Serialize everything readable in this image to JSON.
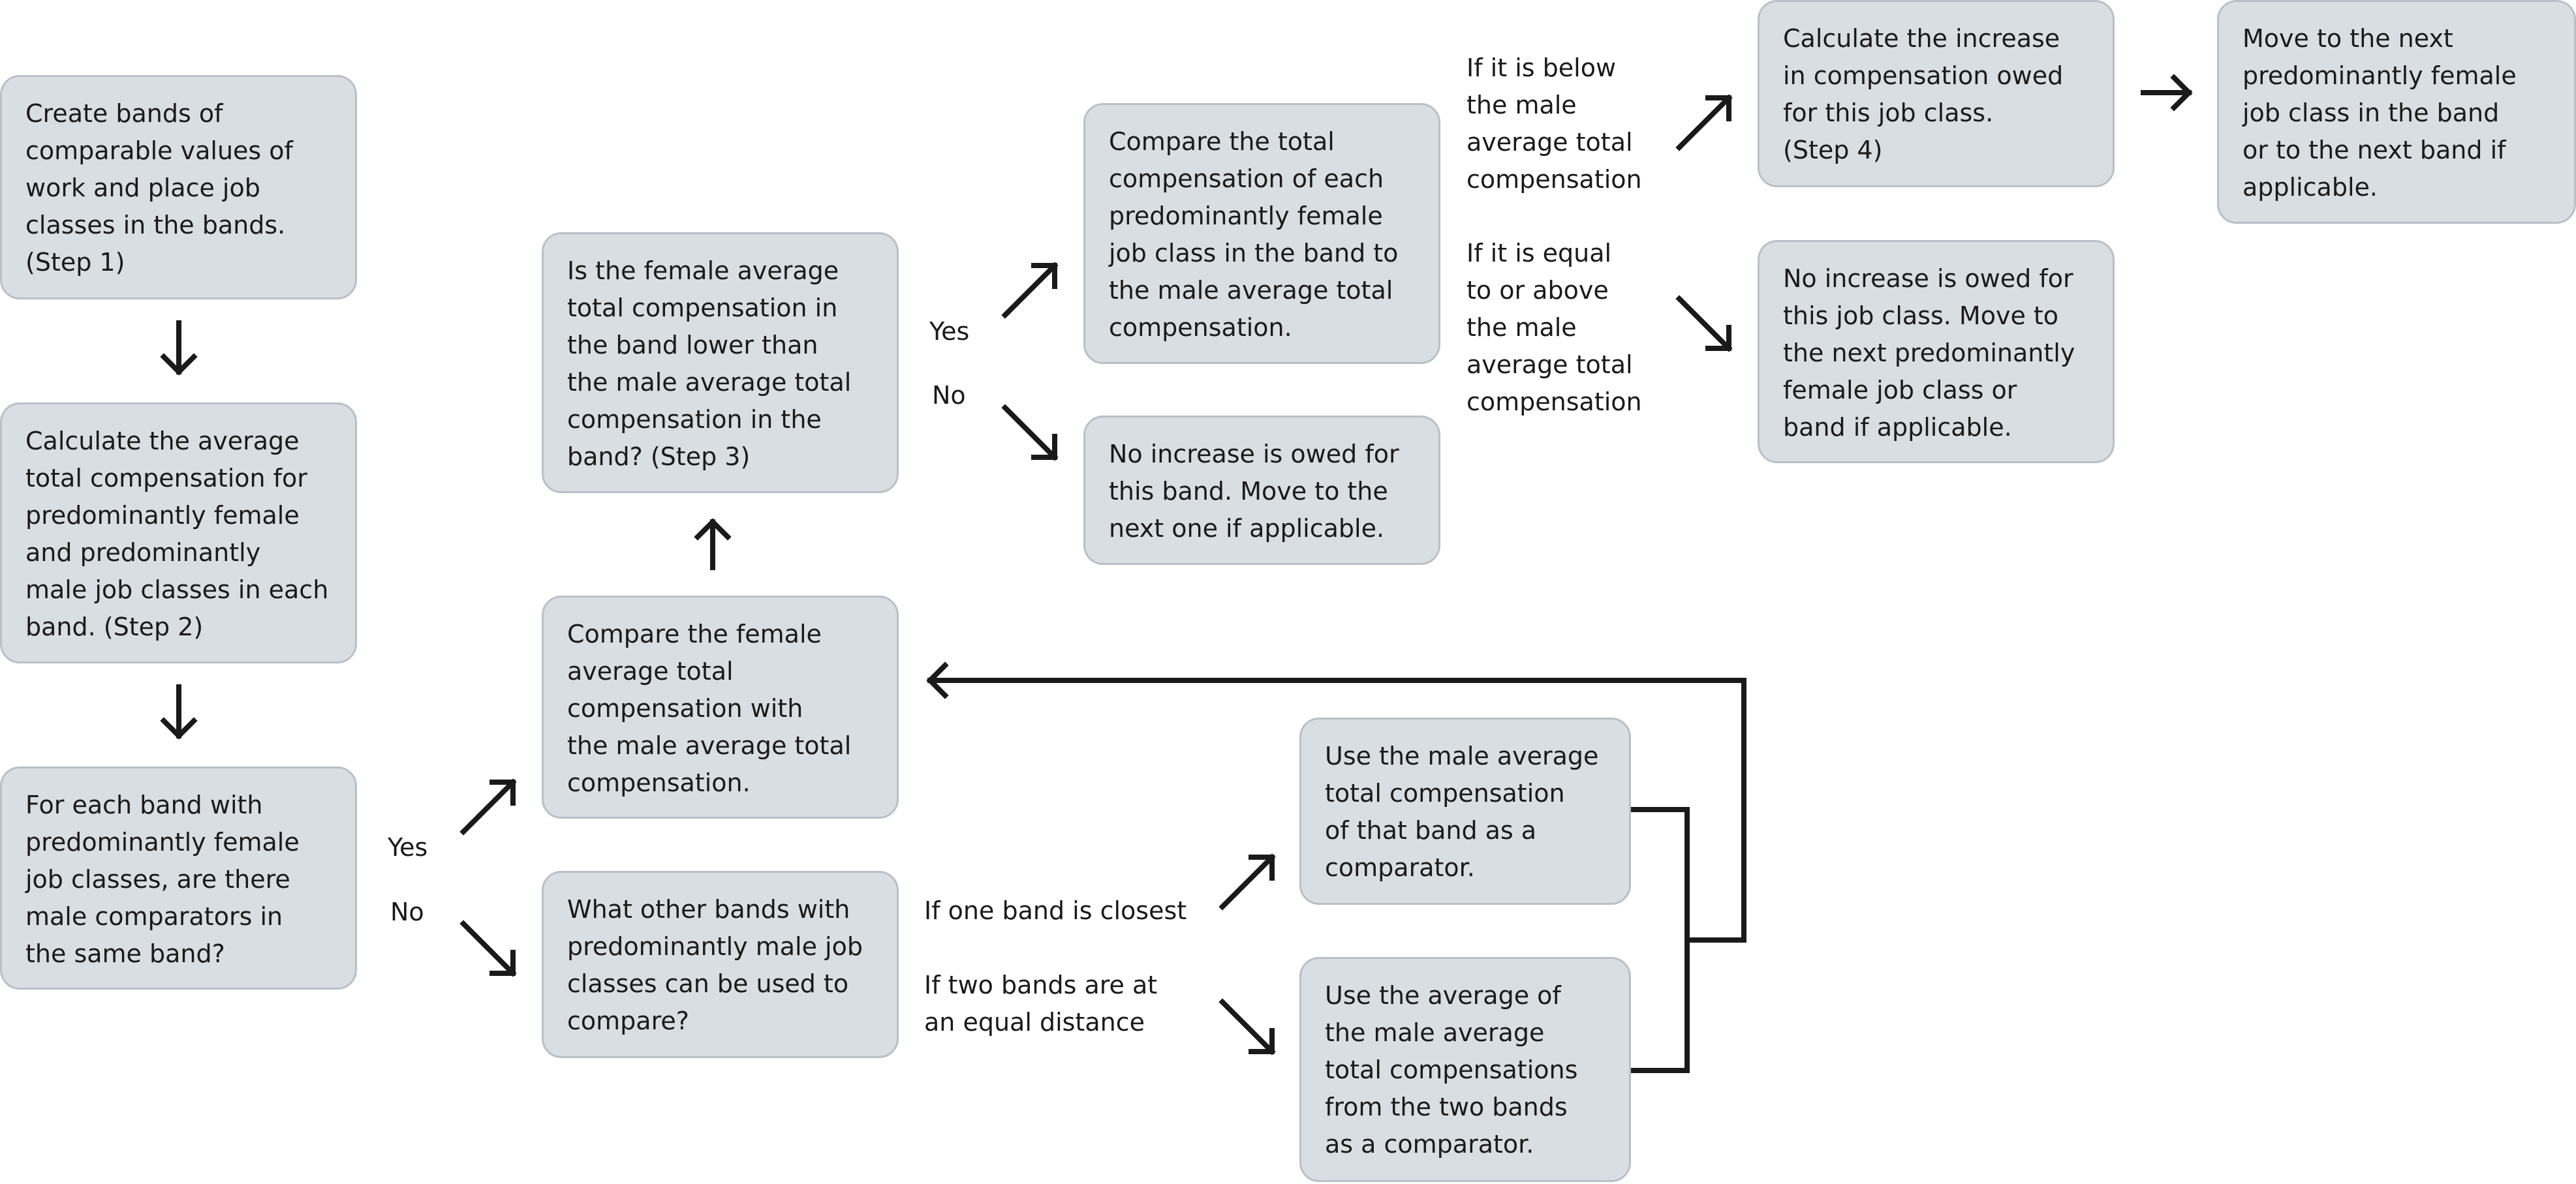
{
  "boxes": {
    "step1": "Create bands of\ncomparable values of\nwork and place job\nclasses in the bands.\n(Step 1)",
    "step2": "Calculate the average\ntotal compensation for\npredominantly female\nand predominantly\nmale job classes in each\nband. (Step 2)",
    "comparators_question": "For each band with\npredominantly female\njob classes, are there\nmale comparators in\nthe same band?",
    "compare_female_male": "Compare the female\naverage total\ncompensation with\nthe male average total\ncompensation.",
    "other_bands_question": "What other bands with\npredominantly male job\nclasses can be used to\ncompare?",
    "step3_question": "Is the female average\ntotal compensation in\nthe band lower than\nthe male average total\ncompensation in the\nband? (Step 3)",
    "compare_each_class": "Compare the total\ncompensation of each\npredominantly female\njob class in the band to\nthe male average total\ncompensation.",
    "no_increase_band": "No increase is owed for\nthis band. Move to the\nnext one if applicable.",
    "step4_calculate": "Calculate the increase\nin compensation owed\nfor this job class.\n(Step 4)",
    "no_increase_class": "No increase is owed for\nthis job class. Move to\nthe next predominantly\nfemale job class or\nband if applicable.",
    "move_next": "Move to the next\npredominantly female\njob class in the band\nor to the next band if\napplicable.",
    "use_male_average": "Use the male average\ntotal compensation\nof that band as a\ncomparator.",
    "use_average_two": "Use the average of\nthe male average\ntotal compensations\nfrom the two bands\nas a comparator."
  },
  "labels": {
    "yes1": "Yes",
    "no1": "No",
    "yes2": "Yes",
    "no2": "No",
    "if_below": "If it is below\nthe male\naverage total\ncompensation",
    "if_equal_above": "If it is equal\nto or above\nthe male\naverage total\ncompensation",
    "if_one_band": "If one band is closest",
    "if_two_bands": "If two bands are at\nan equal distance"
  },
  "colors": {
    "box_fill": "#d9dee3",
    "box_border": "#b9c0c7",
    "arrow": "#1a1a1a"
  }
}
